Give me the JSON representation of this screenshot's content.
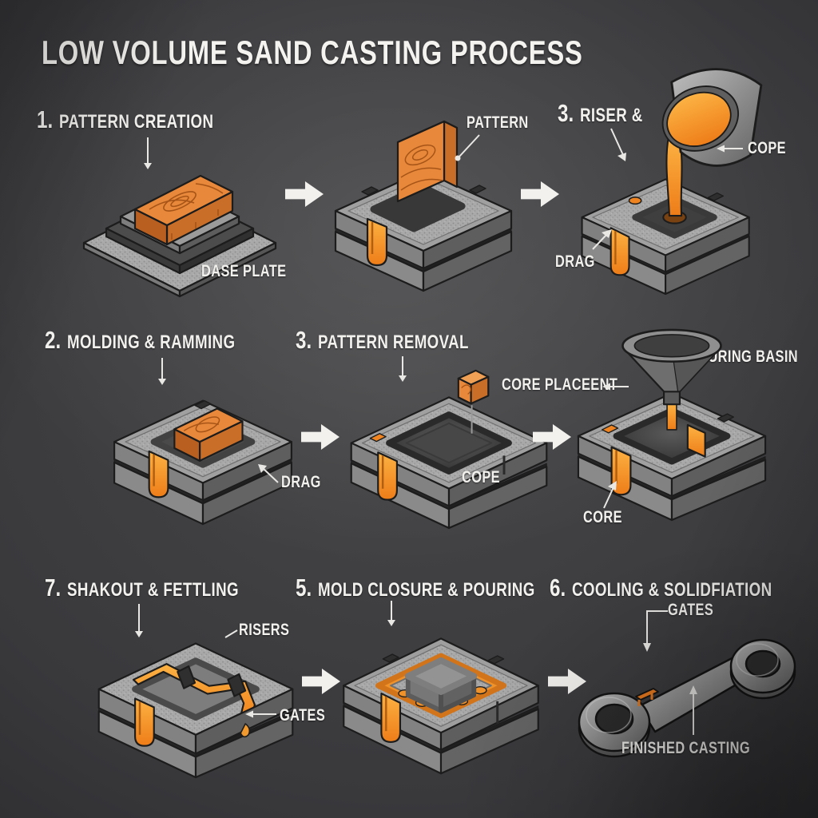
{
  "title": "LOW VOLUME SAND CASTING PROCESS",
  "colors": {
    "background_center": "#474749",
    "background_edge": "#1b1b1e",
    "text": "#f2f1ee",
    "wood_orange": "#e8883a",
    "molten_orange": "#f6921e",
    "mold_gray": "#9e9e9e"
  },
  "steps": {
    "step1": {
      "number": "1.",
      "title": "PATTERN CREATION"
    },
    "step3_pour": {
      "number": "3.",
      "title": "RISER &"
    },
    "step2": {
      "number": "2.",
      "title": "MOLDING & RAMMING"
    },
    "step3_removal": {
      "number": "3.",
      "title": "PATTERN REMOVAL"
    },
    "step7": {
      "number": "7.",
      "title": "SHAKOUT & FETTLING"
    },
    "step5": {
      "number": "5.",
      "title": "MOLD CLOSURE & POURING"
    },
    "step6": {
      "number": "6.",
      "title": "COOLING & SOLIDFIATION"
    }
  },
  "labels": {
    "base_plate": "DASE PLATE",
    "pattern": "PATTERN",
    "cope_row1": "COPE",
    "drag_row1": "DRAG",
    "drag_row2": "DRAG",
    "cope_row2": "COPE",
    "core_placement": "CORE PLACEENT",
    "pouring_basin": "POURING BASIN",
    "core": "CORE",
    "risers": "RISERS",
    "gates_left": "GATES",
    "gates_right": "GATES",
    "finished_casting": "FINISHED CASTING"
  }
}
